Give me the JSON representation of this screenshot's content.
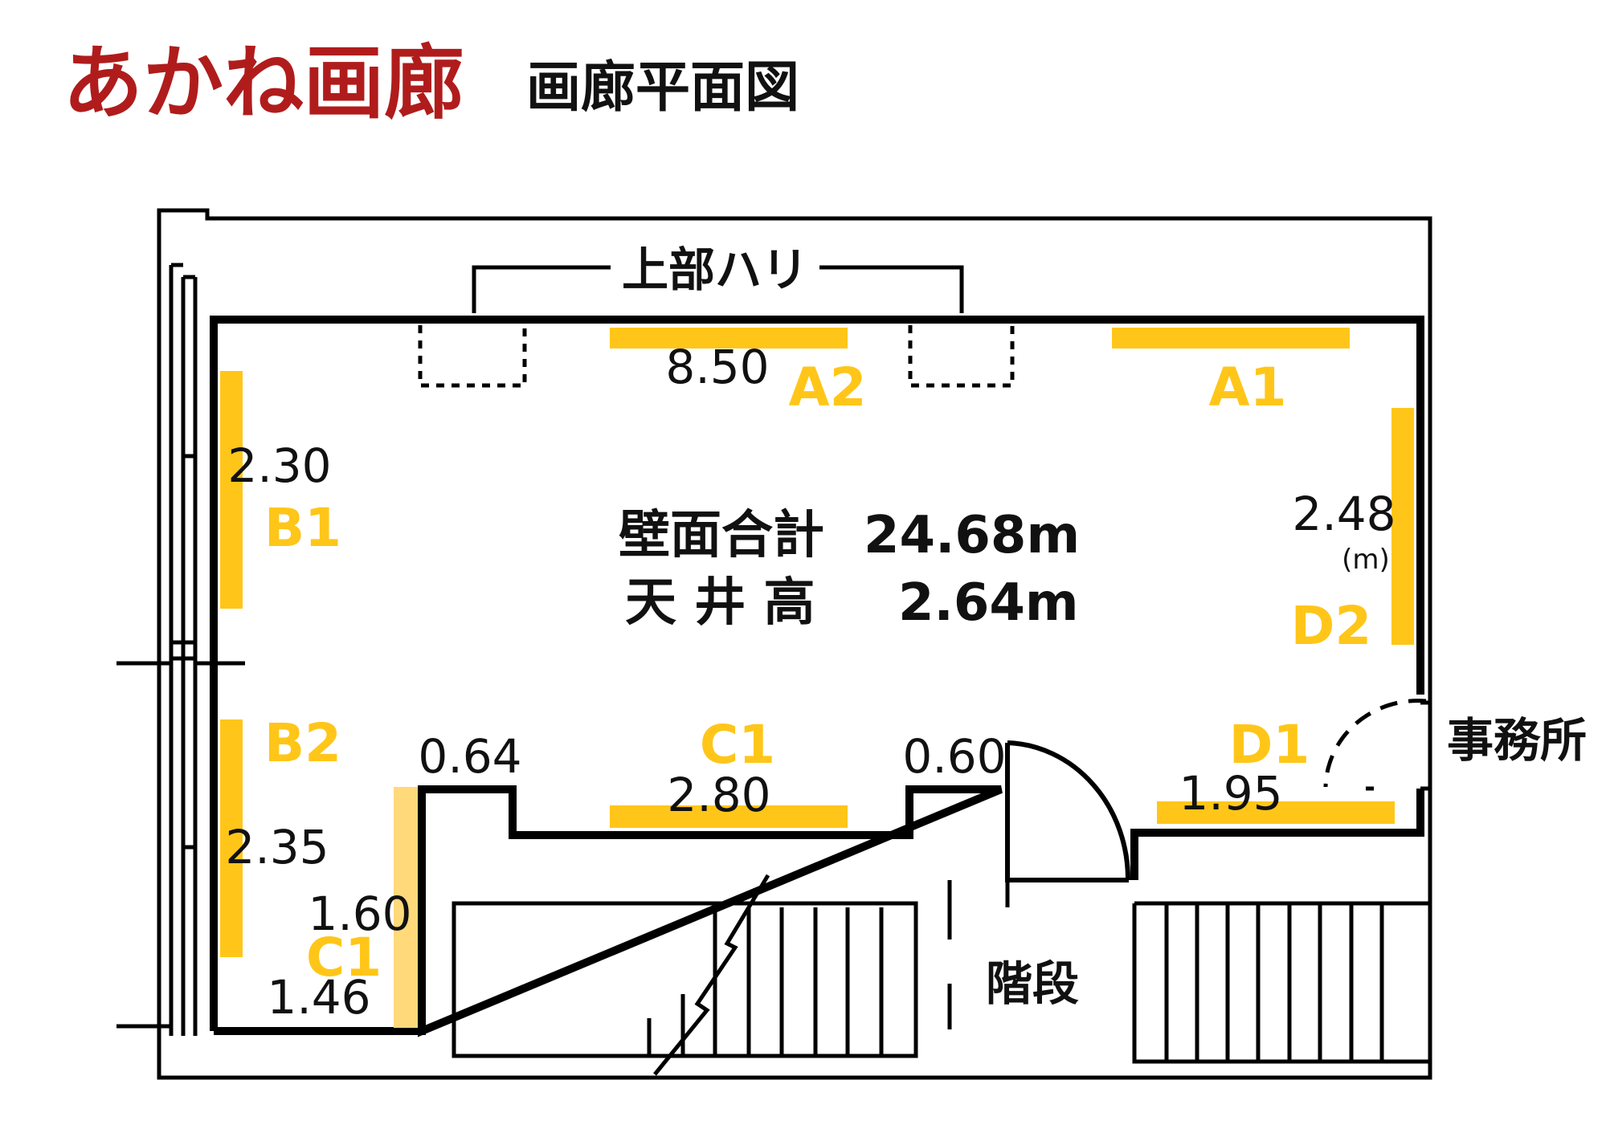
{
  "header": {
    "logo_text": "あかね画廊",
    "title": "画廊平面図"
  },
  "summary": {
    "wall_total_label": "壁面合計",
    "wall_total_value": "24.68m",
    "ceiling_label": "天 井 高",
    "ceiling_value": "2.64m"
  },
  "labels": {
    "beam": "上部ハリ",
    "office": "事務所",
    "stairs": "階段",
    "unit": "(m)"
  },
  "walls": [
    {
      "id": "A1",
      "length": ""
    },
    {
      "id": "A2",
      "length": "8.50"
    },
    {
      "id": "B1",
      "length": "2.30"
    },
    {
      "id": "B2",
      "length": "2.35"
    },
    {
      "id": "C1",
      "length": "2.80"
    },
    {
      "id": "C1",
      "length": "1.60"
    },
    {
      "id": "D1",
      "length": "1.95"
    },
    {
      "id": "D2",
      "length": "2.48"
    }
  ],
  "other_dimensions": {
    "left_step": "0.64",
    "right_step": "0.60",
    "bottom_left": "1.46"
  },
  "colors": {
    "wall_highlight": "#ffc619",
    "logo": "#b01c1c",
    "line": "#000000"
  }
}
